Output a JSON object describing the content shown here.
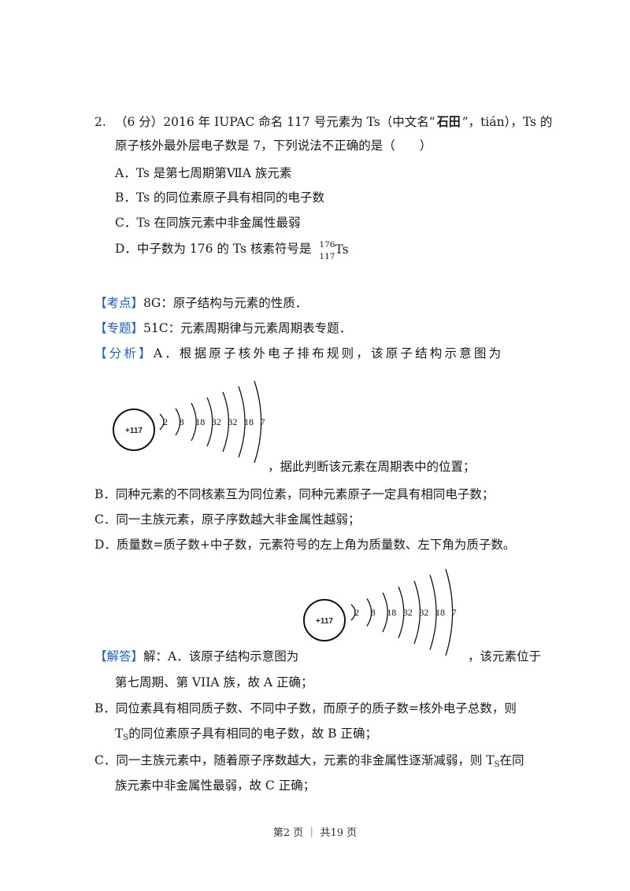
{
  "question": {
    "number": "2.",
    "stem_line1": "（6 分）2016 年 IUPAC 命名 117 号元素为 Ts（中文名“",
    "tian_char": "石田",
    "stem_line1_end": "”，tián），Ts 的",
    "stem_line2": "原子核外最外层电子数是 7，下列说法不正确的是（　　）",
    "options": [
      "A．Ts 是第七周期第ⅦA 族元素",
      "B．Ts 的同位素原子具有相同的电子数",
      "C．Ts 在同族元素中非金属性最弱",
      "D．中子数为 176 的 Ts 核素符号是"
    ],
    "nuclide": {
      "mass": "176",
      "proton": "117",
      "symbol": "Ts"
    }
  },
  "kaodian": {
    "tag": "【考点】",
    "text": "8G：原子结构与元素的性质．"
  },
  "zhuanti": {
    "tag": "【专题】",
    "text": "51C：元素周期律与元素周期表专题．"
  },
  "fenxi": {
    "tag": "【分析】",
    "line1": "A．根据原子核外电子排布规则，该原子结构示意图为",
    "after_diagram": "，据此判断该元素在周期表中的位置；",
    "b": "B．同种元素的不同核素互为同位素，同种元素原子一定具有相同电子数；",
    "c": "C．同一主族元素，原子序数越大非金属性越弱；",
    "d": "D．质量数=质子数+中子数，元素符号的左上角为质量数、左下角为质子数。"
  },
  "atom_diagram": {
    "nucleus": "+117",
    "shells": [
      "2",
      "8",
      "18",
      "32",
      "32",
      "18",
      "7"
    ]
  },
  "jieda": {
    "tag": "【解答】",
    "line1": "解：A．该原子结构示意图为",
    "line1_end": "，该元素位于",
    "line2": "第七周期、第 VIIA 族，故 A 正确；",
    "b1": "B．同位素具有相同质子数、不同中子数，而原子的质子数=核外电子总数，则",
    "b2_pre": "T",
    "b2_sub": "S",
    "b2": "的同位素原子具有相同的电子数，故 B 正确；",
    "c1_pre": "C．同一主族元素中，随着原子序数越大，元素的非金属性逐渐减弱，则 T",
    "c1_sub": "S",
    "c1_end": "在同",
    "c2": "族元素中非金属性最弱，故 C 正确；"
  },
  "footer": "第2 页 ｜ 共19 页"
}
